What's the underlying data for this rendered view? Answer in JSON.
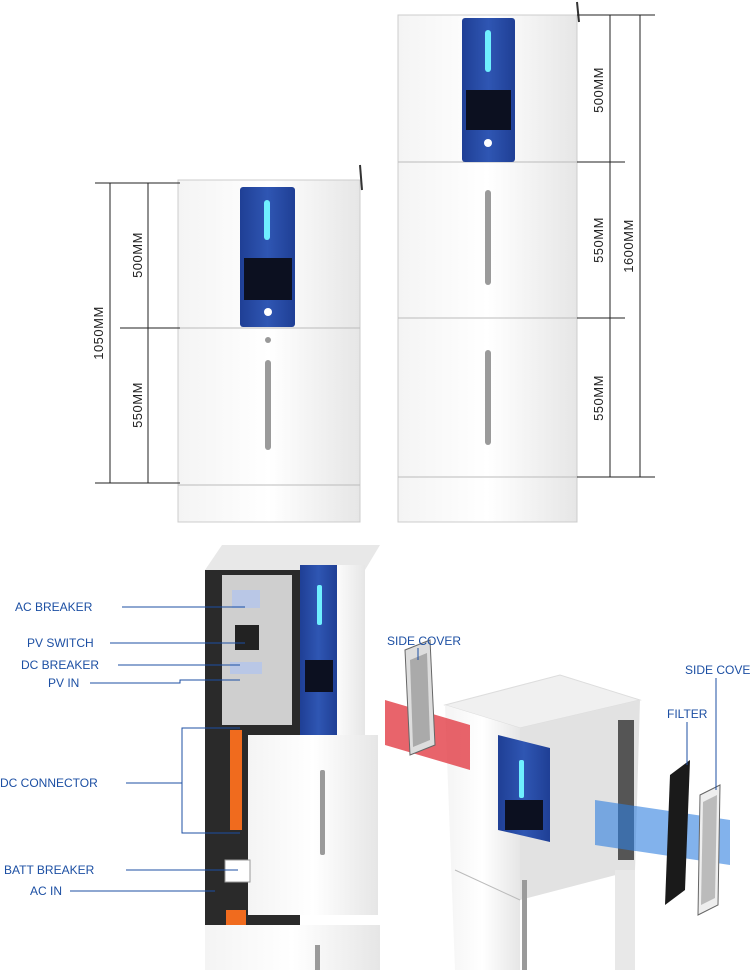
{
  "dimensions": {
    "small_unit": {
      "total": "1050MM",
      "top_module": "500MM",
      "bottom_module": "550MM"
    },
    "tall_unit": {
      "total": "1600MM",
      "top_module": "500MM",
      "middle_module": "550MM",
      "bottom_module": "550MM"
    }
  },
  "callouts_left": [
    "AC BREAKER",
    "PV SWITCH",
    "DC BREAKER",
    "PV IN",
    "DC CONNECTOR",
    "BATT BREAKER",
    "AC IN"
  ],
  "callouts_right": {
    "side_cover_left": "SIDE COVER",
    "filter": "FILTER",
    "side_cover_right": "SIDE COVER"
  },
  "colors": {
    "panel_blue": "#2a4fa8",
    "label_blue": "#1c4fa3",
    "led_cyan": "#6ff0ff",
    "airflow_red": "#e0303a",
    "airflow_blue": "#2f7fe0"
  }
}
